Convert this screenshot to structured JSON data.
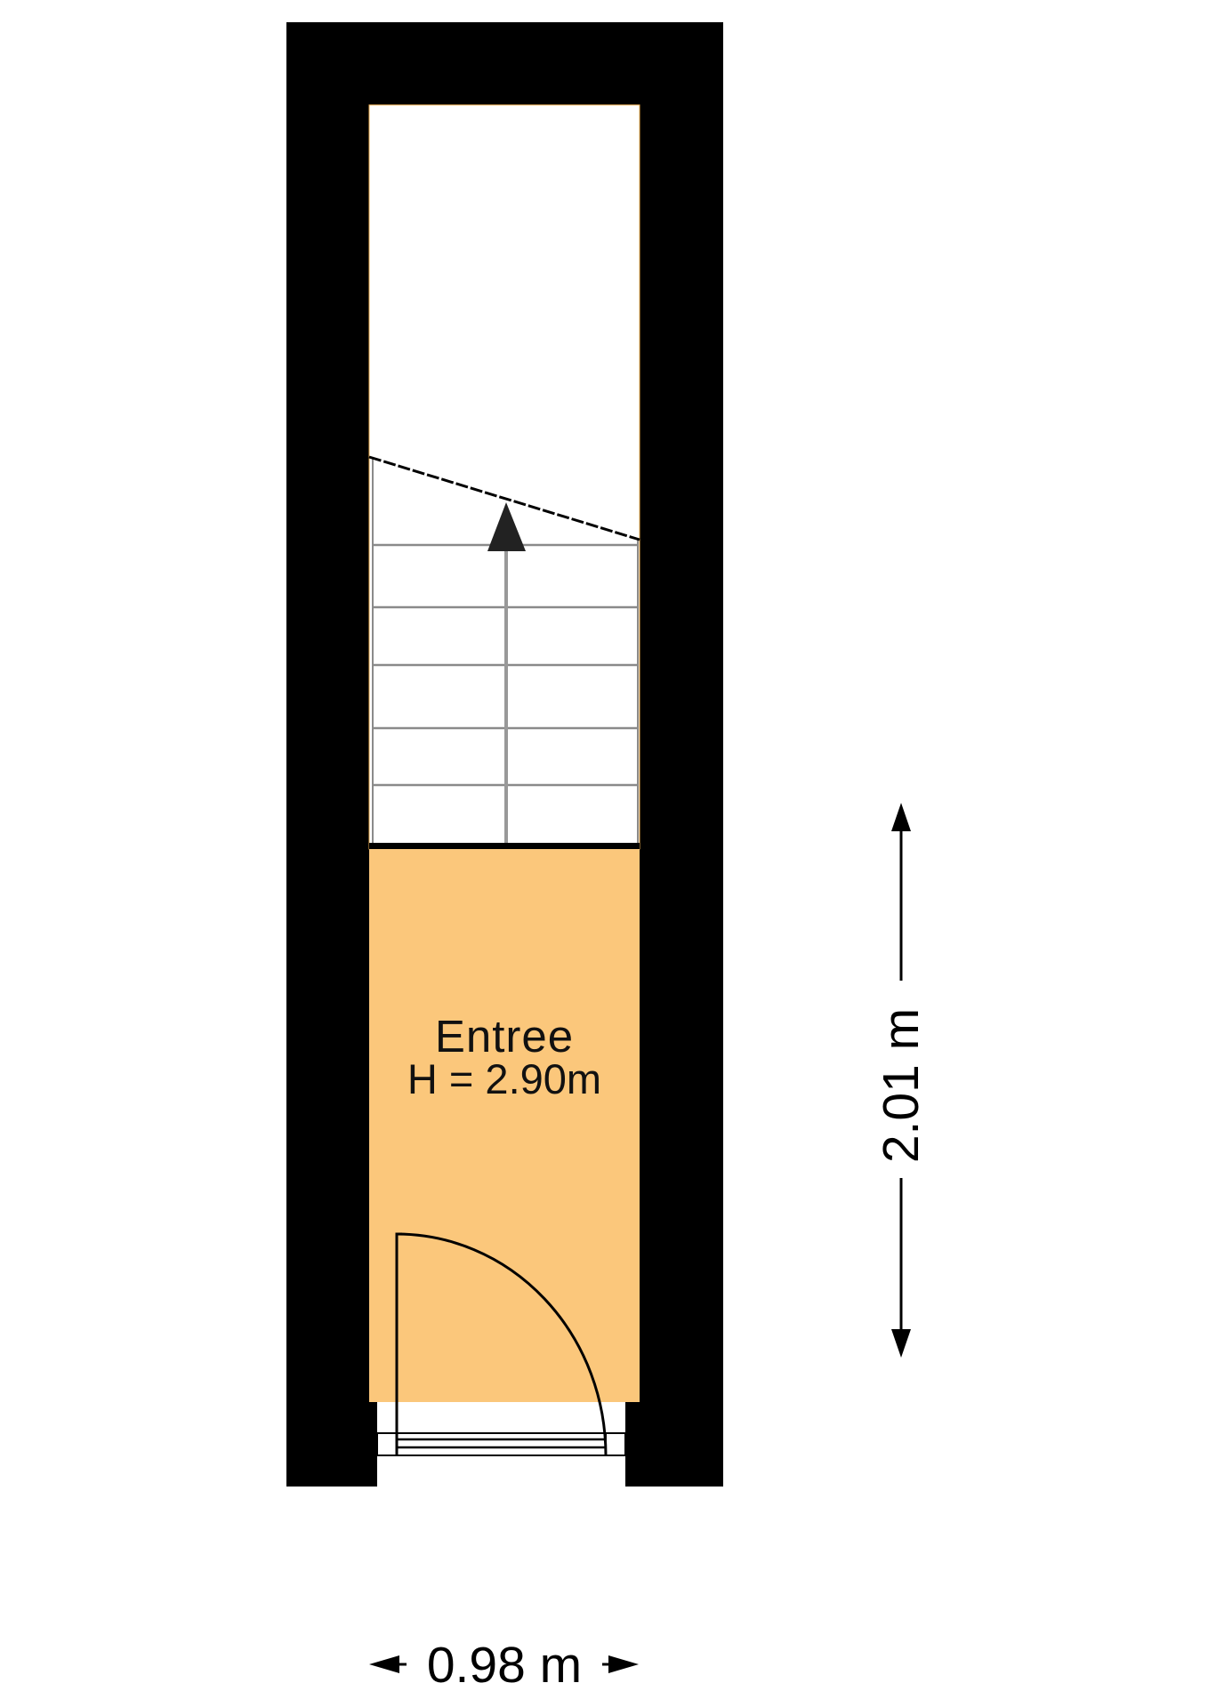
{
  "floorplan": {
    "room": {
      "name": "Entree",
      "height_label": "H = 2.90m",
      "fill_color": "#FBC77B"
    },
    "dimensions": {
      "width_label": "0.98 m",
      "length_label": "2.01 m"
    },
    "stairs": {
      "direction": "up",
      "tread_count": 6
    },
    "colors": {
      "wall": "#000000",
      "room_fill": "#FBC77B",
      "tread_line": "#8a8a8a",
      "arrow": "#222222"
    }
  }
}
